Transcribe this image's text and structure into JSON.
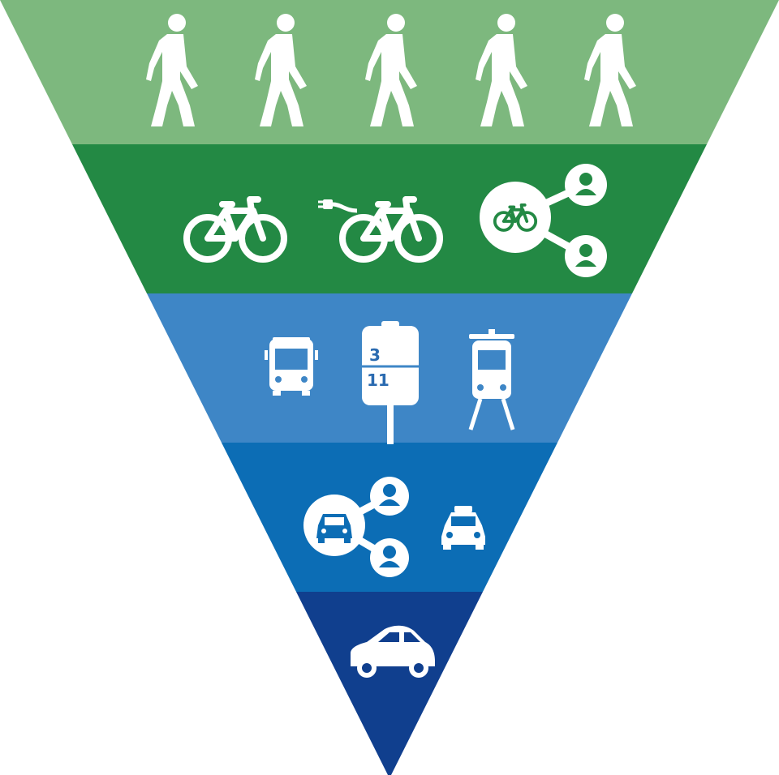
{
  "colors": {
    "background": "#ffffff",
    "icon": "#ffffff",
    "walking_band": "#7db87e",
    "cycling_band": "#238944",
    "transit_band": "#3e86c6",
    "shared_car_band": "#0c6db5",
    "private_car_band": "#103f8e",
    "stop_sign_text": "#2a6ab0"
  },
  "layers": [
    {
      "name": "walking",
      "icons": [
        "walking-person-icon",
        "walking-person-icon",
        "walking-person-icon",
        "walking-person-icon",
        "walking-person-icon"
      ]
    },
    {
      "name": "cycling",
      "icons": [
        "bicycle-icon",
        "e-bike-icon",
        "bike-sharing-icon"
      ]
    },
    {
      "name": "public-transport",
      "icons": [
        "bus-icon",
        "transit-stop-sign-icon",
        "tram-icon"
      ]
    },
    {
      "name": "shared-cars",
      "icons": [
        "car-sharing-icon",
        "taxi-icon"
      ]
    },
    {
      "name": "private-car",
      "icons": [
        "car-icon"
      ]
    }
  ],
  "stop_sign": {
    "line_top": "3",
    "line_bottom": "11"
  }
}
